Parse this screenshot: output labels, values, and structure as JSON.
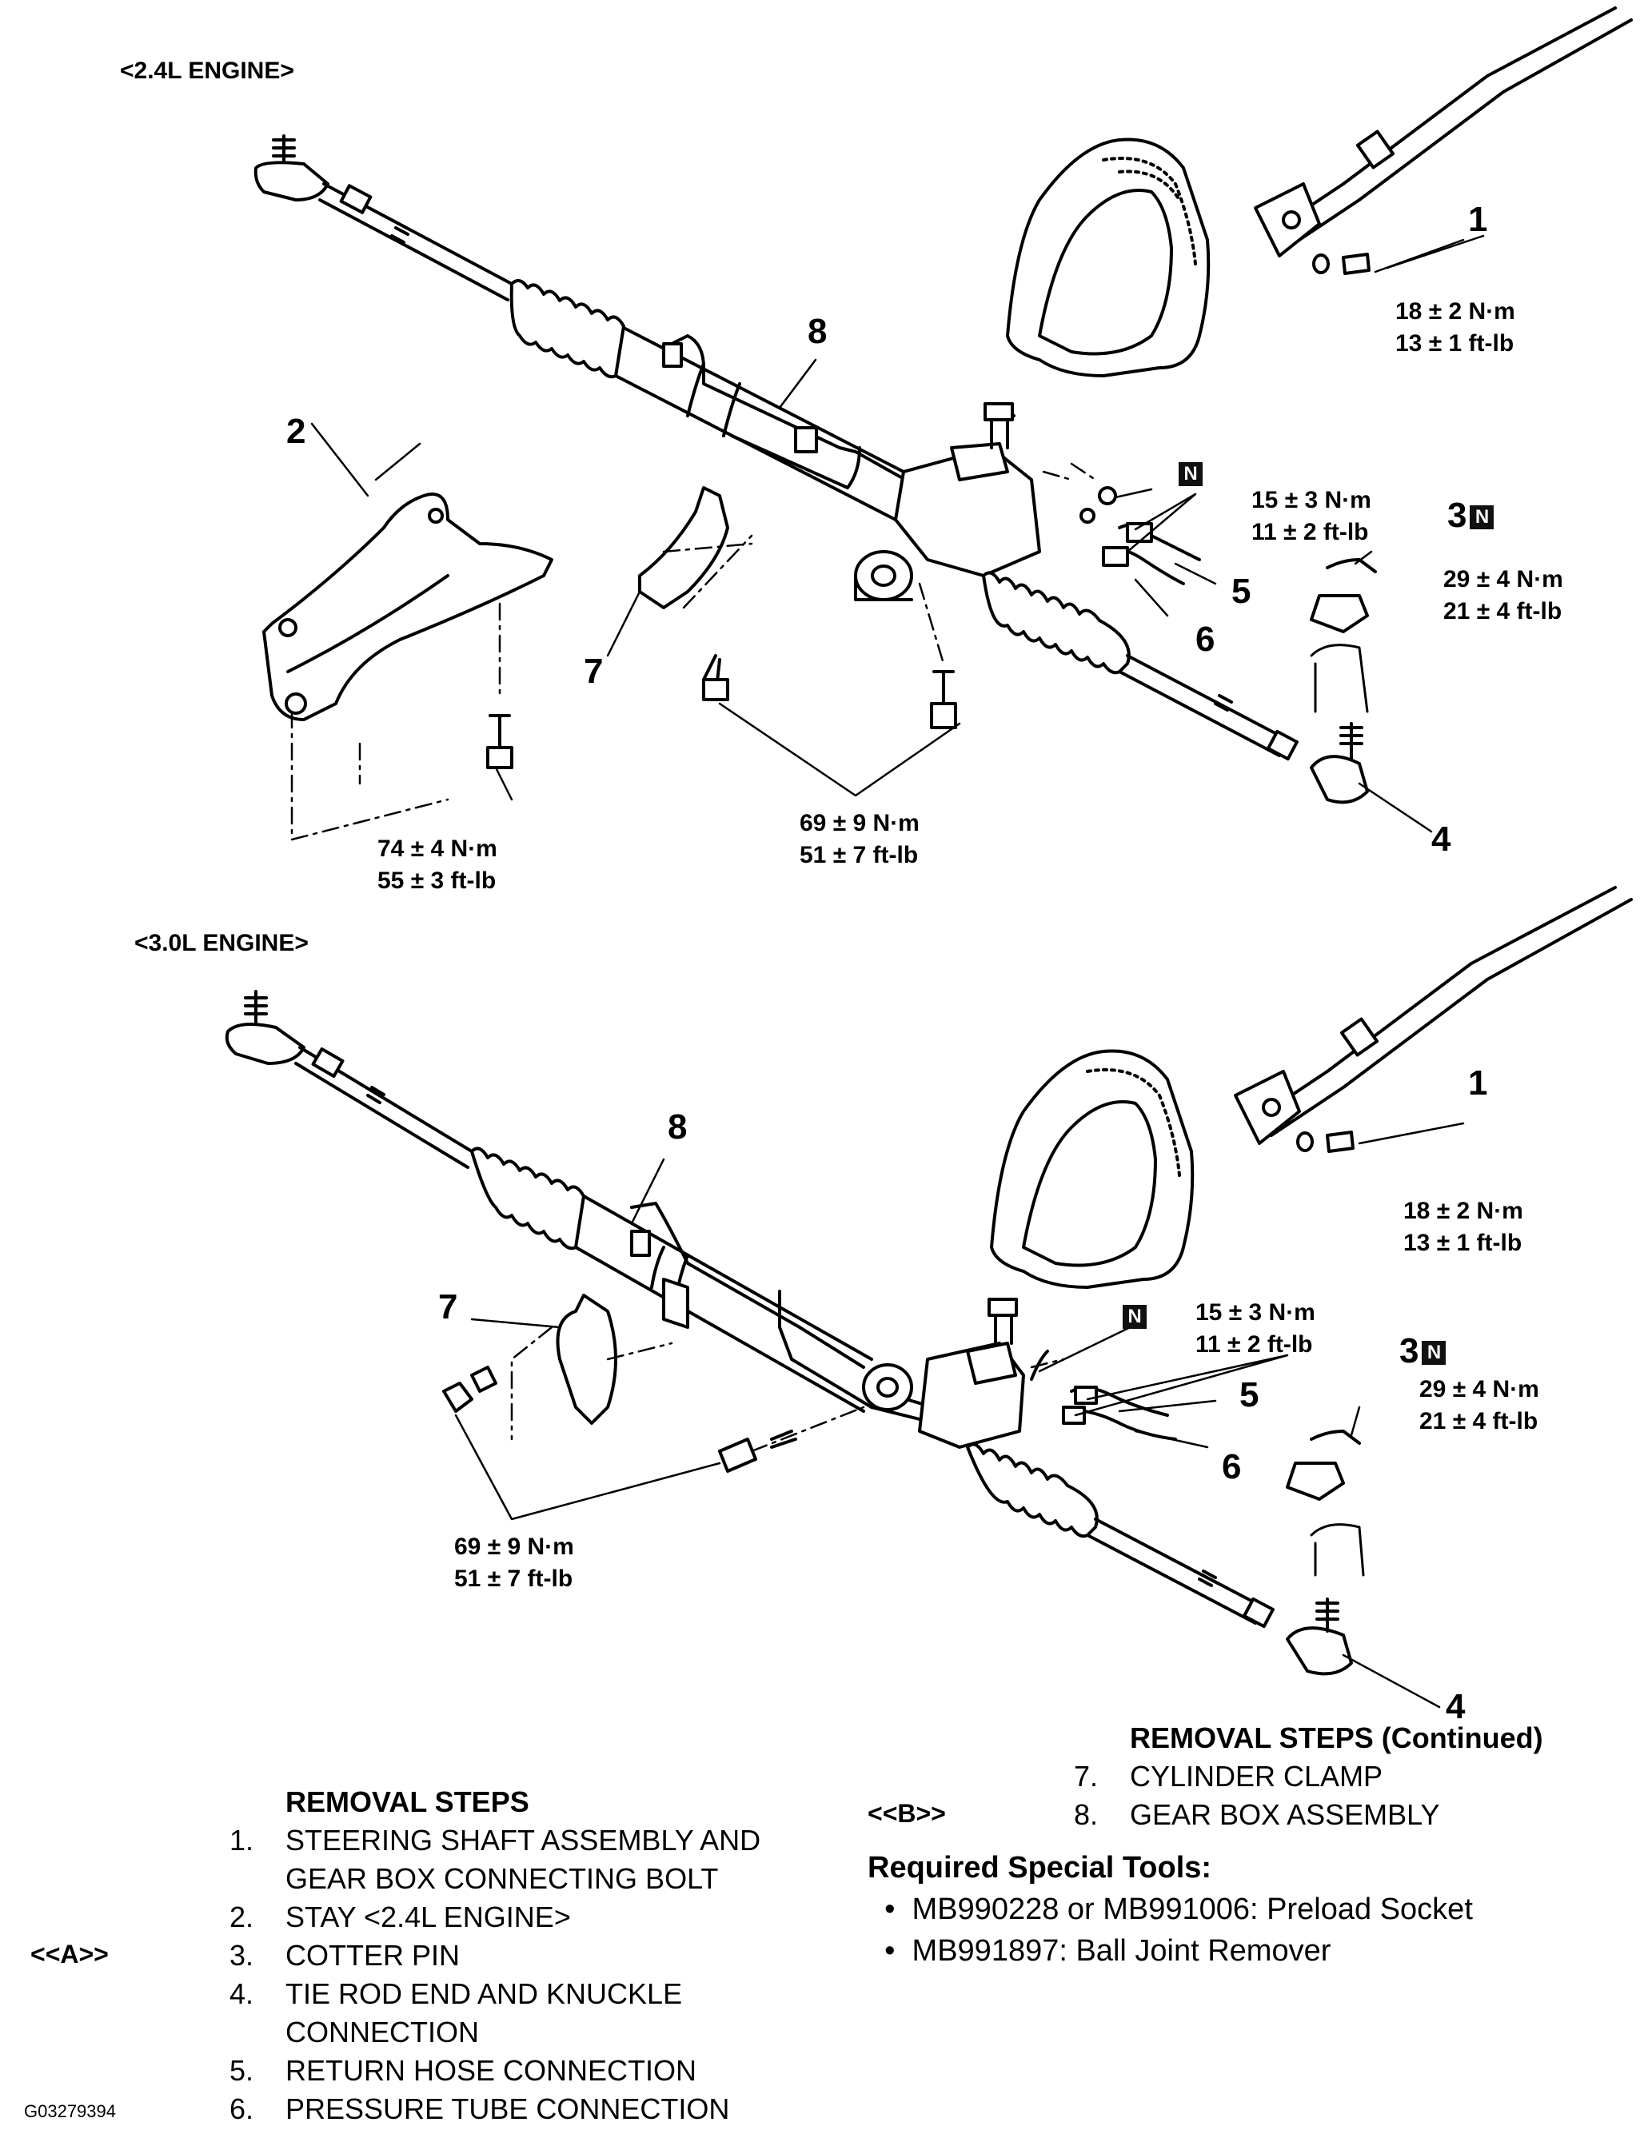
{
  "top_section": {
    "engine_label": "<2.4L ENGINE>",
    "callouts": {
      "c1": "1",
      "c2": "2",
      "c3": "3",
      "c4": "4",
      "c5": "5",
      "c6": "6",
      "c7": "7",
      "c8": "8"
    },
    "torques": {
      "steering_bolt": [
        "18 ± 2 N·m",
        "13 ± 1 ft-lb"
      ],
      "hose": [
        "15 ± 3 N·m",
        "11 ± 2 ft-lb"
      ],
      "tie_rod_nut": [
        "29 ± 4 N·m",
        "21 ± 4 ft-lb"
      ],
      "stay_bolt": [
        "74 ± 4 N·m",
        "55 ± 3 ft-lb"
      ],
      "clamp_bolt": [
        "69 ± 9 N·m",
        "51 ± 7 ft-lb"
      ]
    },
    "new_part_mark": "N"
  },
  "bottom_section": {
    "engine_label": "<3.0L ENGINE>",
    "callouts": {
      "c1": "1",
      "c3": "3",
      "c4": "4",
      "c5": "5",
      "c6": "6",
      "c7": "7",
      "c8": "8"
    },
    "torques": {
      "steering_bolt": [
        "18 ± 2 N·m",
        "13 ± 1 ft-lb"
      ],
      "hose": [
        "15 ± 3 N·m",
        "11 ± 2 ft-lb"
      ],
      "tie_rod_nut": [
        "29 ± 4 N·m",
        "21 ± 4 ft-lb"
      ],
      "clamp_bolt": [
        "69 ± 9 N·m",
        "51 ± 7 ft-lb"
      ]
    },
    "new_part_mark": "N"
  },
  "removal_steps": {
    "title": "REMOVAL STEPS",
    "items": [
      {
        "num": "1.",
        "text": "STEERING SHAFT ASSEMBLY AND"
      },
      {
        "num": "",
        "text": "GEAR BOX CONNECTING BOLT"
      },
      {
        "num": "2.",
        "text": "STAY <2.4L ENGINE>"
      },
      {
        "num": "3.",
        "text": "COTTER PIN"
      },
      {
        "num": "4.",
        "text": "TIE ROD END AND KNUCKLE"
      },
      {
        "num": "",
        "text": "CONNECTION"
      },
      {
        "num": "5.",
        "text": "RETURN HOSE CONNECTION"
      },
      {
        "num": "6.",
        "text": "PRESSURE TUBE CONNECTION"
      }
    ],
    "tag_a": "<<A>>"
  },
  "removal_steps_continued": {
    "title": "REMOVAL STEPS (Continued)",
    "items": [
      {
        "num": "7.",
        "text": "CYLINDER CLAMP"
      },
      {
        "num": "8.",
        "text": "GEAR BOX ASSEMBLY"
      }
    ],
    "tag_b": "<<B>>"
  },
  "special_tools": {
    "title": "Required Special Tools:",
    "items": [
      "MB990228 or MB991006: Preload Socket",
      "MB991897: Ball Joint Remover"
    ]
  },
  "figure_id": "G03279394"
}
